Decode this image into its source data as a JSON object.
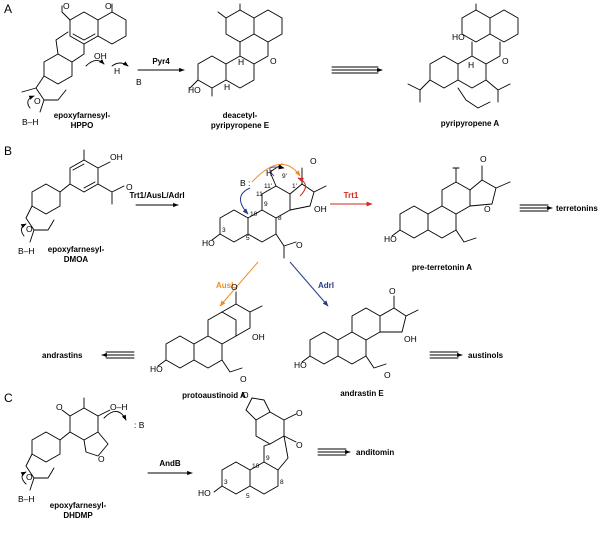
{
  "panels": [
    "A",
    "B",
    "C"
  ],
  "colors": {
    "black": "#000000",
    "red": "#d2281e",
    "orange": "#f08c28",
    "blue": "#283c8c",
    "purple": "#6450a0"
  },
  "compounds": {
    "epoxyfarnesyl_hppo": [
      "epoxyfarnesyl-",
      "HPPO"
    ],
    "deacetyl_pyripyropene_e": [
      "deacetyl-",
      "pyripyropene E"
    ],
    "pyripyropene_a": "pyripyropene A",
    "epoxyfarnesyl_dmoa": [
      "epoxyfarnesyl-",
      "DMOA"
    ],
    "pre_terretonin_a": "pre-terretonin A",
    "terretonins": "terretonins",
    "andrastins": "andrastins",
    "protoaustinoid_a": "protoaustinoid A",
    "andrastin_e": "andrastin E",
    "austinols": "austinols",
    "epoxyfarnesyl_dhdmp": [
      "epoxyfarnesyl-",
      "DHDMP"
    ],
    "anditomin": "anditomin"
  },
  "enzymes": {
    "pyr4": "Pyr4",
    "trt1_ausl_adri": "Trt1/AusL/AdrI",
    "trt1": "Trt1",
    "ausl": "AusL",
    "adri": "AdrI",
    "andb": "AndB"
  },
  "atoms": {
    "oxygen": "O",
    "hydrogen": "H",
    "base": "B",
    "hydroxyl": "OH",
    "hydroxyl_left": "HO"
  },
  "atom_numbers": {
    "b_core": [
      "3",
      "5",
      "8",
      "9",
      "10",
      "11",
      "1'",
      "9'",
      "11'"
    ],
    "c_core": [
      "3",
      "5",
      "8",
      "9",
      "10"
    ]
  }
}
